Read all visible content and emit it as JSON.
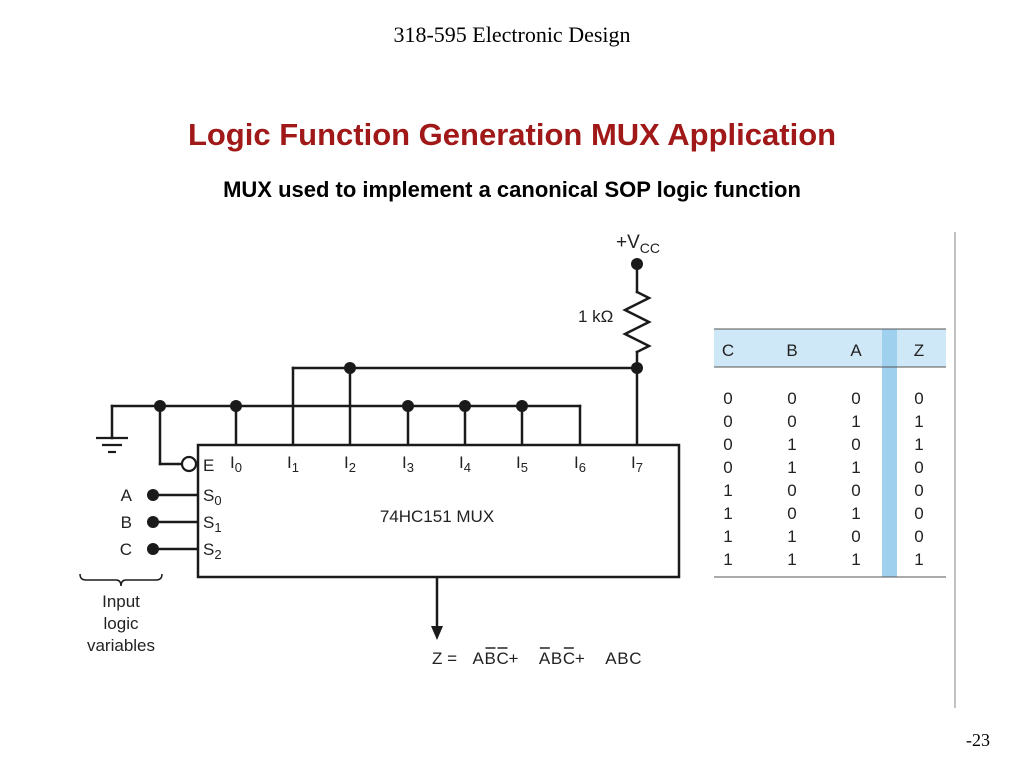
{
  "header": "318-595 Electronic Design",
  "title": "Logic Function Generation MUX Application",
  "subtitle": "MUX used to implement a canonical SOP logic function",
  "page_number": "-23",
  "circuit": {
    "supply": {
      "plus": "+V",
      "sub": "CC"
    },
    "resistor_label": "1 kΩ",
    "chip_label": "74HC151 MUX",
    "enable_pin": "E",
    "data_pins": [
      {
        "base": "I",
        "sub": "0"
      },
      {
        "base": "I",
        "sub": "1"
      },
      {
        "base": "I",
        "sub": "2"
      },
      {
        "base": "I",
        "sub": "3"
      },
      {
        "base": "I",
        "sub": "4"
      },
      {
        "base": "I",
        "sub": "5"
      },
      {
        "base": "I",
        "sub": "6"
      },
      {
        "base": "I",
        "sub": "7"
      }
    ],
    "select_pins": [
      {
        "base": "S",
        "sub": "0"
      },
      {
        "base": "S",
        "sub": "1"
      },
      {
        "base": "S",
        "sub": "2"
      }
    ],
    "input_names": [
      "A",
      "B",
      "C"
    ],
    "input_caption": [
      "Input",
      "logic",
      "variables"
    ],
    "output_equation": {
      "lhs": "Z = ",
      "terms": [
        [
          {
            "t": "A",
            "bar": false
          },
          {
            "t": "B",
            "bar": true
          },
          {
            "t": "C",
            "bar": true
          }
        ],
        [
          {
            "t": "A",
            "bar": true
          },
          {
            "t": "B",
            "bar": false
          },
          {
            "t": "C",
            "bar": true
          }
        ],
        [
          {
            "t": "A",
            "bar": false
          },
          {
            "t": "B",
            "bar": false
          },
          {
            "t": "C",
            "bar": false
          }
        ]
      ],
      "plus": " + "
    }
  },
  "truth_table": {
    "headers": [
      "C",
      "B",
      "A",
      "Z"
    ],
    "rows": [
      [
        "0",
        "0",
        "0",
        "0"
      ],
      [
        "0",
        "0",
        "1",
        "1"
      ],
      [
        "0",
        "1",
        "0",
        "1"
      ],
      [
        "0",
        "1",
        "1",
        "0"
      ],
      [
        "1",
        "0",
        "0",
        "0"
      ],
      [
        "1",
        "0",
        "1",
        "0"
      ],
      [
        "1",
        "1",
        "0",
        "0"
      ],
      [
        "1",
        "1",
        "1",
        "1"
      ]
    ],
    "header_bg": "#cfe8f7",
    "divider_color": "#9fd0ee"
  }
}
